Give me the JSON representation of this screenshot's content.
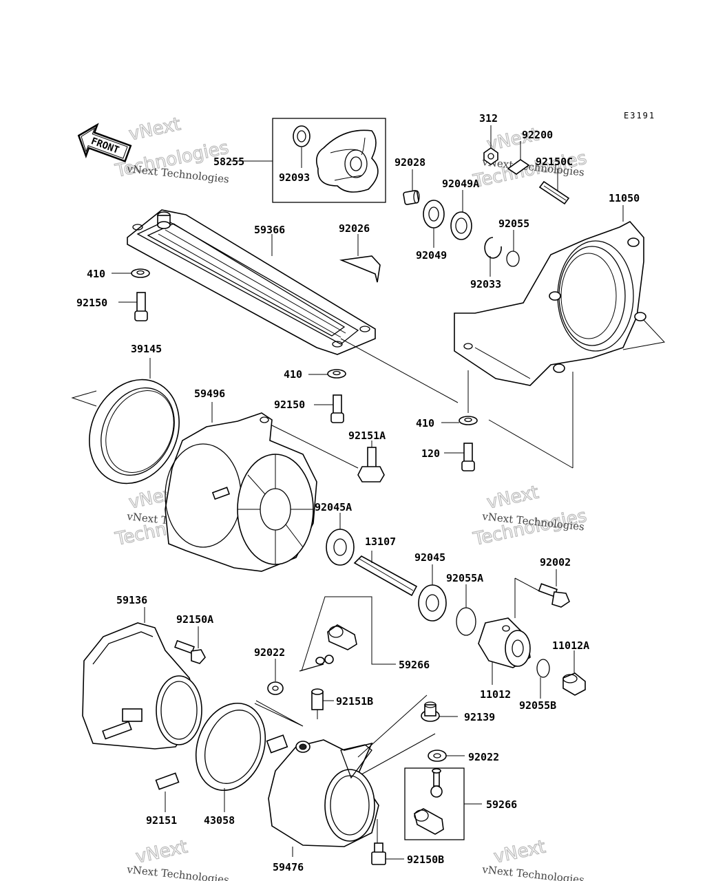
{
  "diagram_code": "E3191",
  "front_label": "FRONT",
  "watermark": {
    "line1": "vNext Technologies",
    "line2": "Technologies",
    "brand": "vNext"
  },
  "parts": {
    "p58255": "58255",
    "p92093": "92093",
    "p92026": "92026",
    "p59366": "59366",
    "p410a": "410",
    "p92150a": "92150",
    "p39145": "39145",
    "p59496": "59496",
    "p410b": "410",
    "p92150b": "92150",
    "p92151A": "92151A",
    "p92028": "92028",
    "p92049A": "92049A",
    "p92049": "92049",
    "p92055": "92055",
    "p92033": "92033",
    "p312": "312",
    "p92200": "92200",
    "p92150C": "92150C",
    "p11050": "11050",
    "p410c": "410",
    "p120": "120",
    "p92045A": "92045A",
    "p13107": "13107",
    "p92045": "92045",
    "p92055A": "92055A",
    "p92002": "92002",
    "p11012A": "11012A",
    "p11012": "11012",
    "p92055B": "92055B",
    "p59136": "59136",
    "p92150A": "92150A",
    "p92022a": "92022",
    "p59266a": "59266",
    "p92151B": "92151B",
    "p92139": "92139",
    "p92022b": "92022",
    "p59266b": "59266",
    "p92151": "92151",
    "p43058": "43058",
    "p59476": "59476",
    "p92150B": "92150B"
  }
}
